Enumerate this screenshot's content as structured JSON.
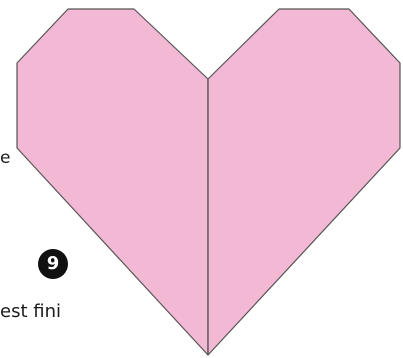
{
  "diagram": {
    "fill_color": "#F3B8D3",
    "stroke_color": "#555555",
    "left_fragment": "e",
    "step_number": "9",
    "caption": "est fini"
  }
}
